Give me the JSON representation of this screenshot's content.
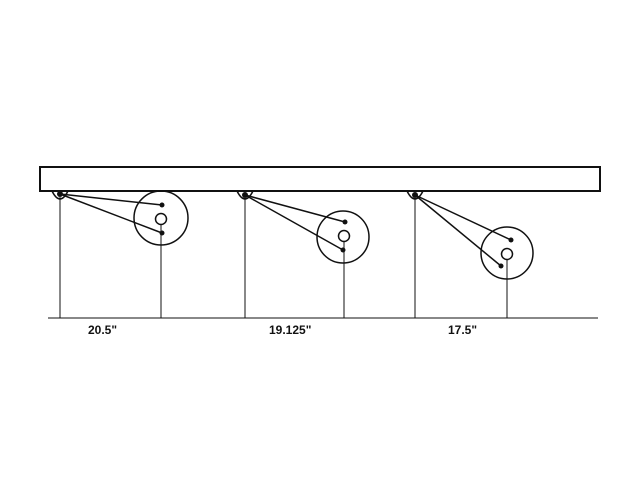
{
  "colors": {
    "ink": "#111111",
    "background": "#ffffff"
  },
  "dimensions": [
    {
      "label": "20.5\""
    },
    {
      "label": "19.125\""
    },
    {
      "label": "17.5\""
    }
  ]
}
